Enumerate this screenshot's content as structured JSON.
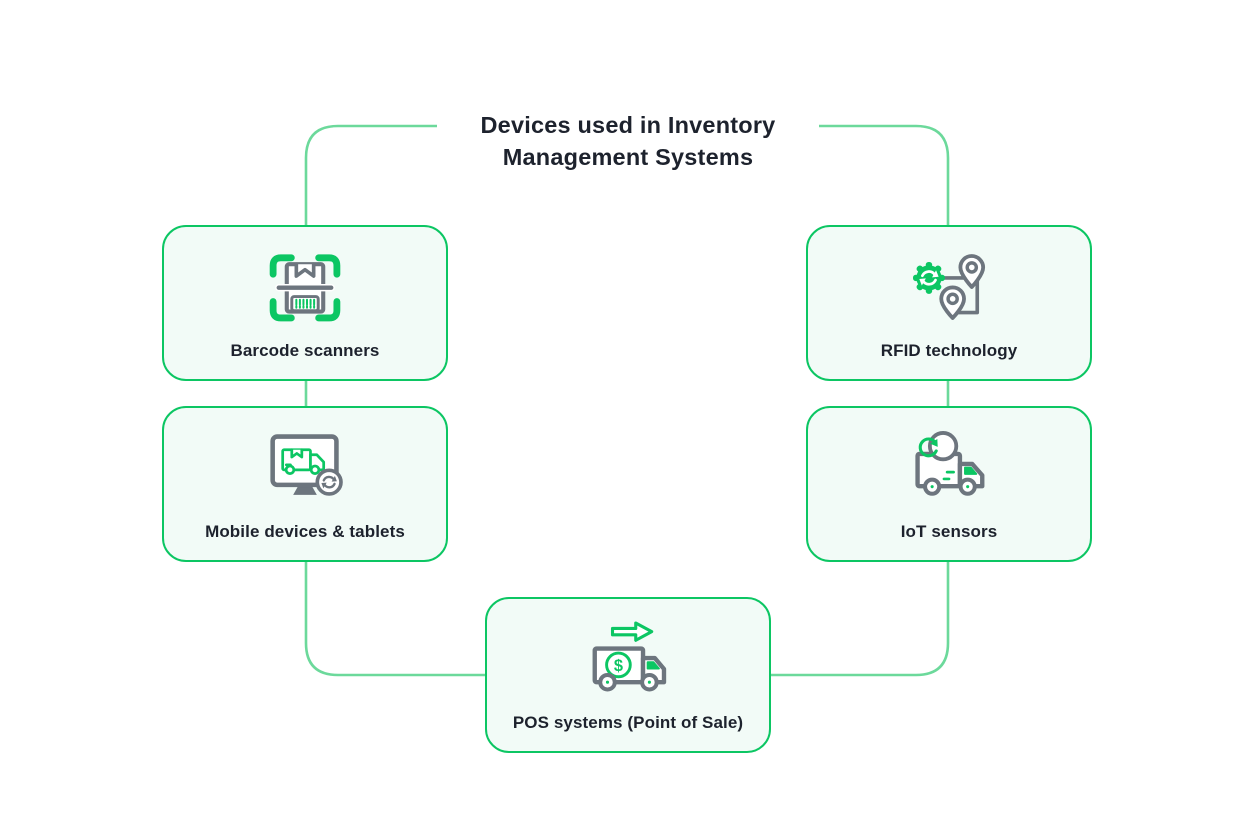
{
  "title": "Devices used in Inventory\nManagement Systems",
  "cards": [
    {
      "label": "Barcode scanners",
      "icon": "barcode-scanner-icon"
    },
    {
      "label": "RFID technology",
      "icon": "rfid-gear-location-icon"
    },
    {
      "label": "Mobile devices & tablets",
      "icon": "monitor-delivery-sync-icon"
    },
    {
      "label": "IoT sensors",
      "icon": "delivery-truck-refresh-icon"
    },
    {
      "label": "POS systems (Point of Sale)",
      "icon": "delivery-truck-dollar-arrow-icon"
    }
  ],
  "colors": {
    "accent_green": "#0CC663",
    "line_green": "#6CD99B",
    "card_bg": "#F2FBF7",
    "icon_gray": "#6D757E",
    "text_dark": "#1D222D"
  }
}
